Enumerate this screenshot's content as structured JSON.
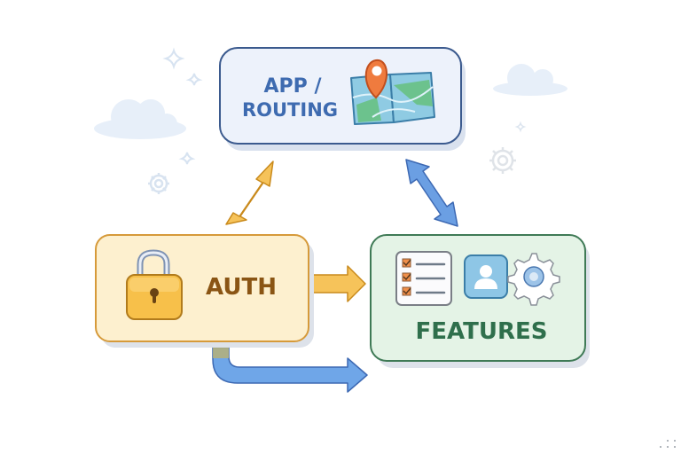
{
  "diagram": {
    "nodes": {
      "app_routing": {
        "line1": "APP /",
        "line2": "ROUTING",
        "icon": "map-pin-icon",
        "color": "#3e6bb0",
        "fill": "#edf2fb",
        "border": "#3b5a8e"
      },
      "auth": {
        "label": "AUTH",
        "icon": "padlock-icon",
        "color": "#8a5514",
        "fill": "#fdf0cf",
        "border": "#d69a3a"
      },
      "features": {
        "label": "FEATURES",
        "icons": [
          "checklist-icon",
          "user-profile-icon",
          "gear-icon"
        ],
        "color": "#2f6f4c",
        "fill": "#e4f3e6",
        "border": "#3f7a56"
      }
    },
    "edges": [
      {
        "from": "auth",
        "to": "app_routing",
        "type": "bidirectional",
        "color": "#f6c35a"
      },
      {
        "from": "app_routing",
        "to": "features",
        "type": "bidirectional",
        "color": "#6b9fe3"
      },
      {
        "from": "auth",
        "to": "features",
        "type": "directed",
        "color": "#f6c35a"
      },
      {
        "from": "auth",
        "to": "features",
        "type": "directed-elbow",
        "color": "#6b9fe3"
      }
    ],
    "decorations": [
      "cloud-icon",
      "cloud-icon",
      "sparkle-icon",
      "sparkle-icon",
      "sparkle-icon",
      "sparkle-icon",
      "gear-icon",
      "gear-icon"
    ]
  }
}
